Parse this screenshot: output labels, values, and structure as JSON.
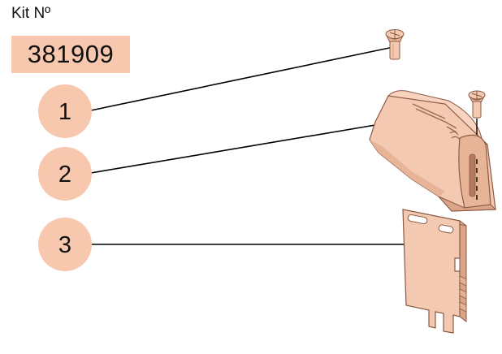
{
  "kit": {
    "label": "Kit Nº",
    "number": "381909"
  },
  "callouts": [
    {
      "number": "1"
    },
    {
      "number": "2"
    },
    {
      "number": "3"
    }
  ],
  "colors": {
    "callout_fill": "#f8c8ae",
    "part_fill": "#f4c9b1",
    "part_shade": "#e7b498",
    "line": "#000000"
  }
}
